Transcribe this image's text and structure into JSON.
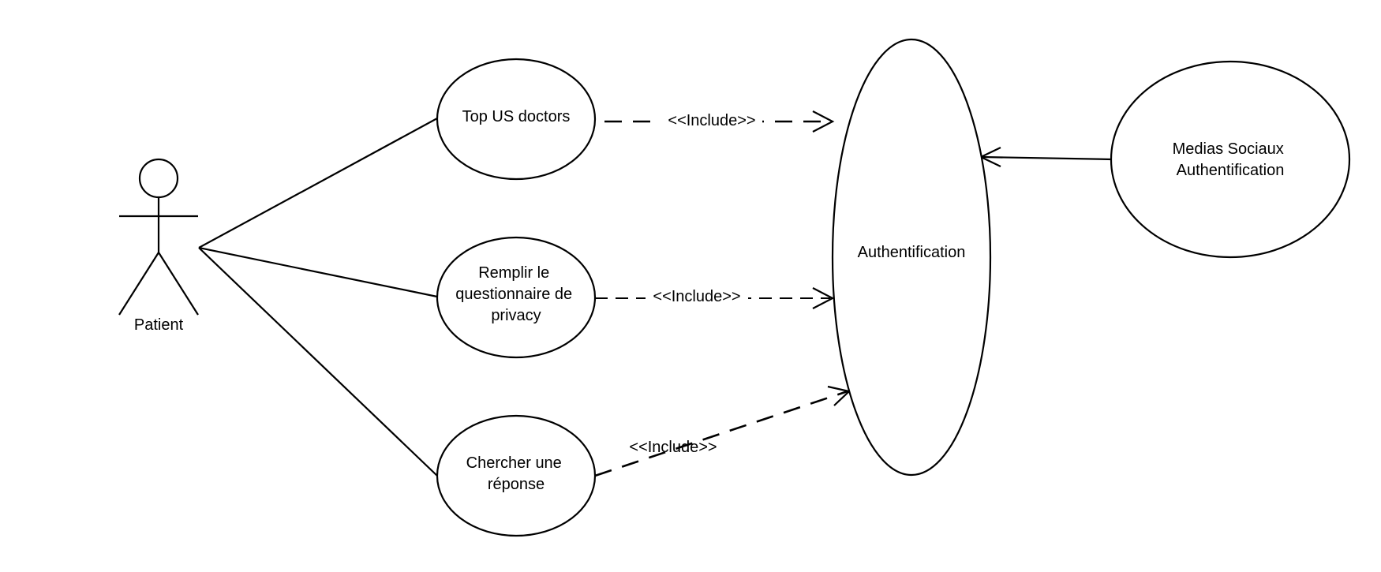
{
  "actor": {
    "name": "Patient"
  },
  "use_cases": {
    "top_doctors": [
      "Top US doctors"
    ],
    "questionnaire": [
      "Remplir le",
      "questionnaire de",
      "privacy"
    ],
    "chercher": [
      "Chercher une",
      "réponse"
    ],
    "authentification": [
      "Authentification"
    ],
    "medias_sociaux": [
      "Medias Sociaux",
      "Authentification"
    ]
  },
  "relations": {
    "include_top": "<<Include>>",
    "include_questionnaire": "<<Include>>",
    "include_chercher": "<<Include>>"
  }
}
